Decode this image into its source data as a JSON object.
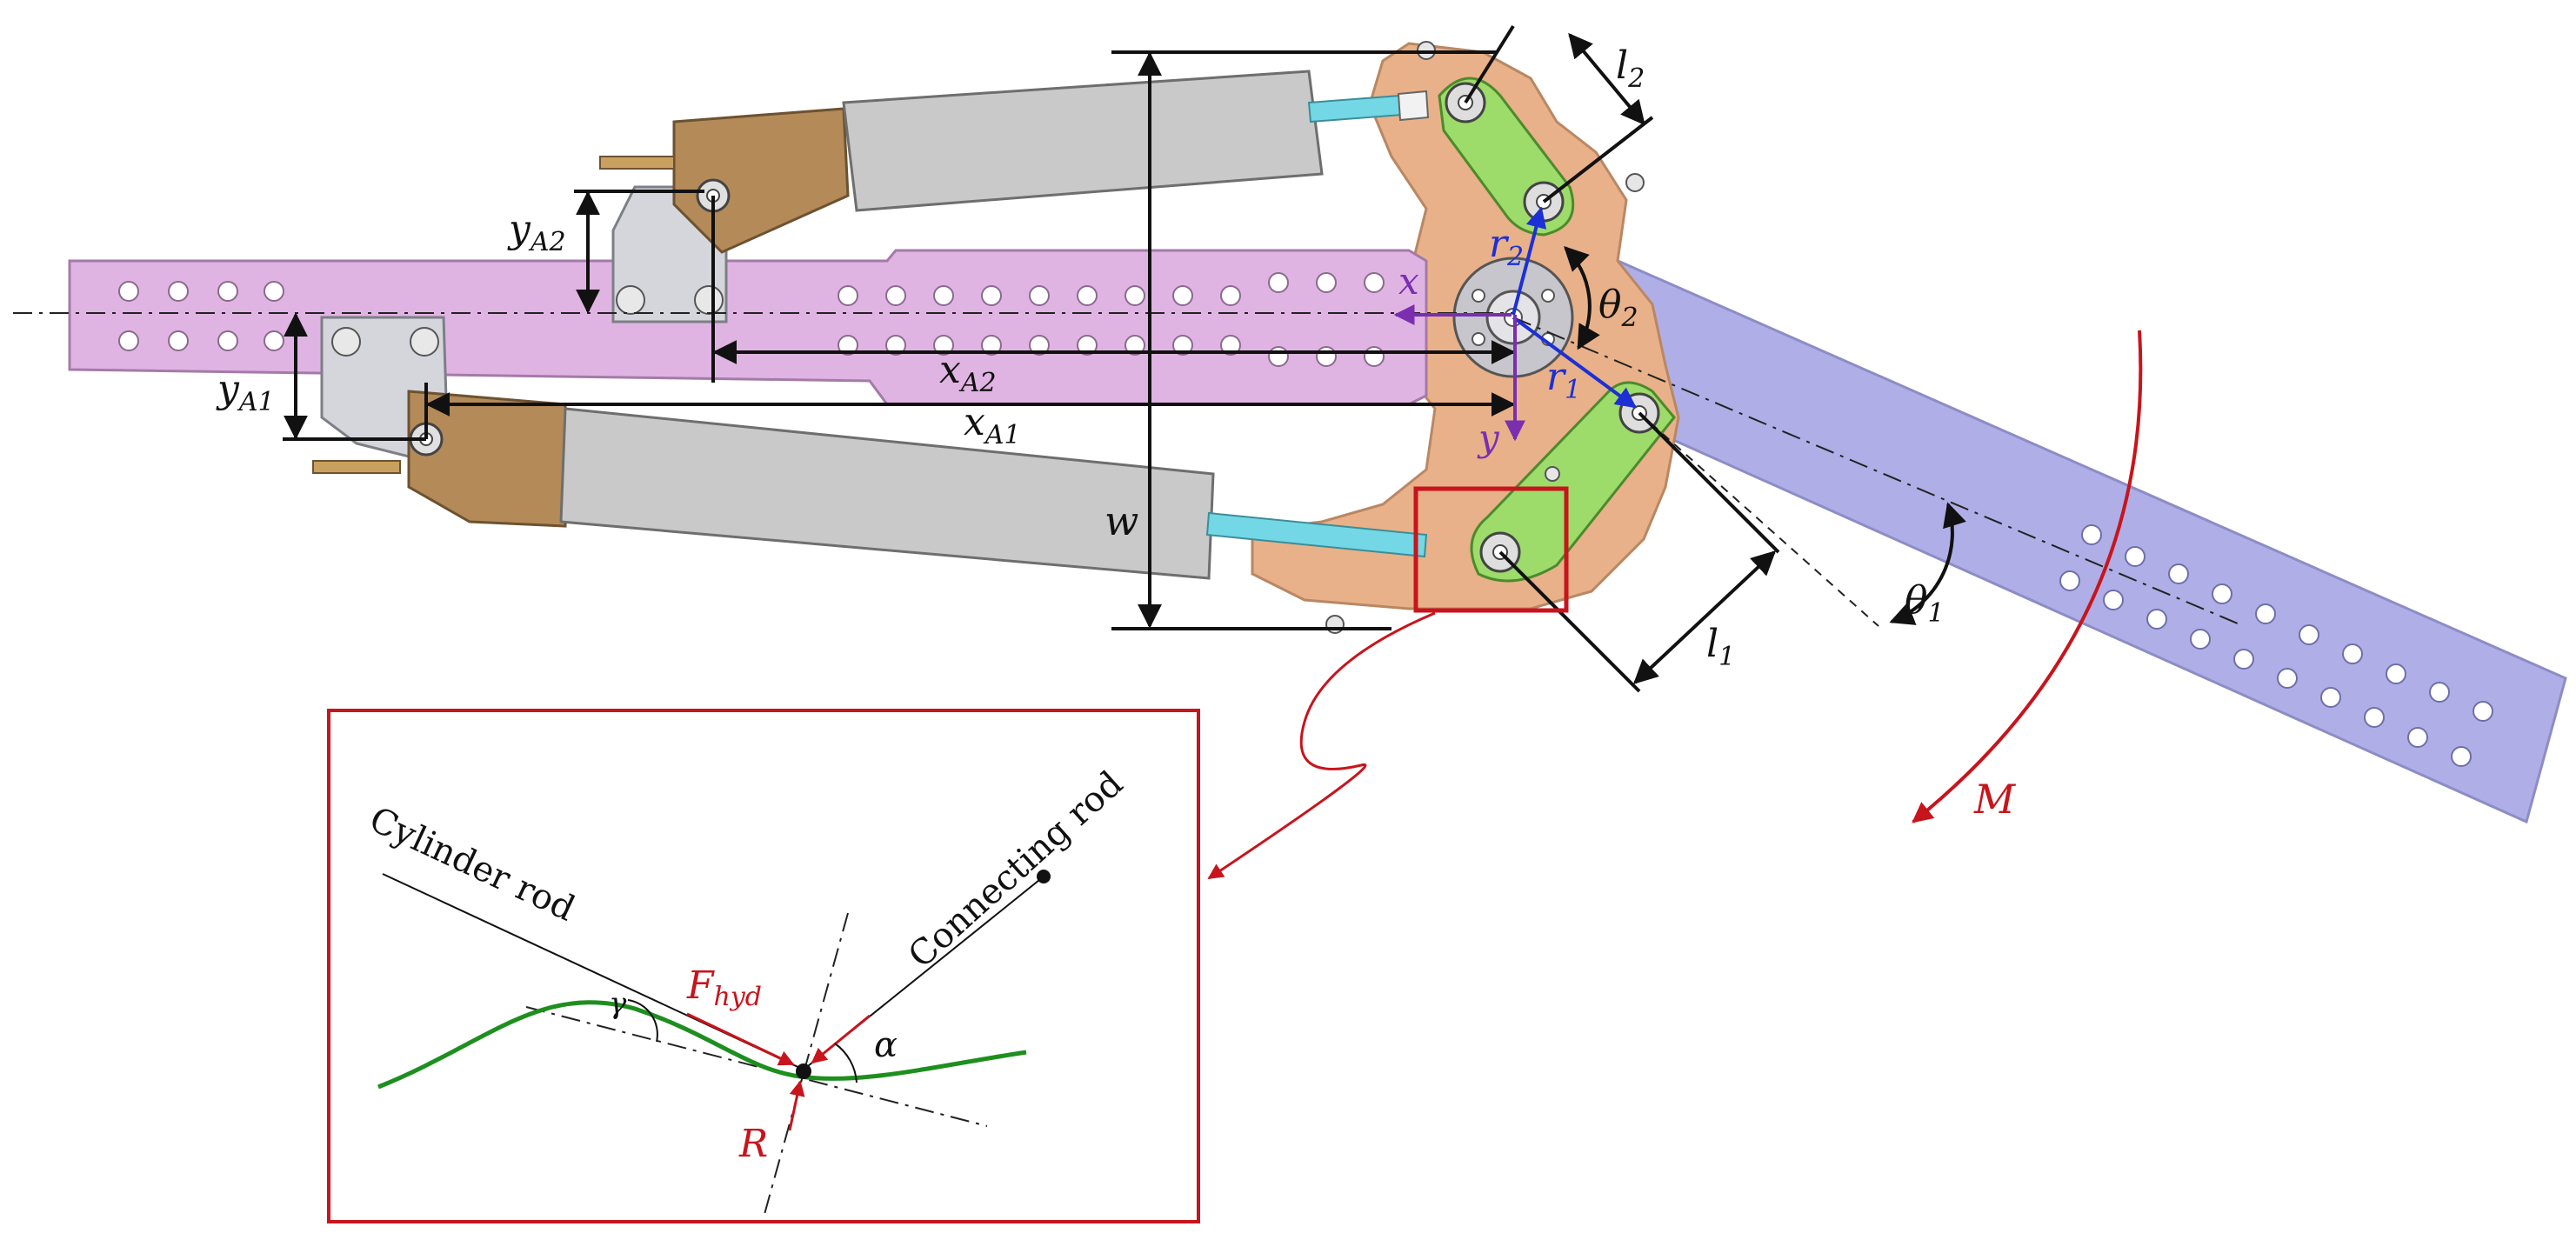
{
  "colors": {
    "frame_pink": "#e0b4e2",
    "arm_lavender": "#afaee6",
    "bracket_orange": "#e8b189",
    "link_green": "#9ddb6a",
    "cylinder_gray": "#c9c9c9",
    "rod_cyan": "#73d7e6",
    "mount_brown": "#b38a58",
    "plate_gray": "#d4d6dc",
    "dimension_black": "#111111",
    "vector_blue": "#1d2fd6",
    "axis_purple": "#7a2fb0",
    "force_red": "#c8141c",
    "curve_green": "#1e8f1e"
  },
  "labels": {
    "l2": {
      "main": "l",
      "sub": "2"
    },
    "l1": {
      "main": "l",
      "sub": "1"
    },
    "yA2": {
      "main": "y",
      "sub": "A2"
    },
    "yA1": {
      "main": "y",
      "sub": "A1"
    },
    "xA2": {
      "main": "x",
      "sub": "A2"
    },
    "xA1": {
      "main": "x",
      "sub": "A1"
    },
    "w": "w",
    "r2": {
      "main": "r",
      "sub": "2"
    },
    "r1": {
      "main": "r",
      "sub": "1"
    },
    "theta2": {
      "main": "θ",
      "sub": "2"
    },
    "theta1": {
      "main": "θ",
      "sub": "1"
    },
    "x_axis": "x",
    "y_axis": "y",
    "M": "M"
  },
  "inset": {
    "cylinder_rod": "Cylinder rod",
    "connecting_rod": "Connecting rod",
    "F_hyd": {
      "main": "F",
      "sub": "hyd"
    },
    "R": "R",
    "alpha": "α",
    "gamma": "γ"
  }
}
